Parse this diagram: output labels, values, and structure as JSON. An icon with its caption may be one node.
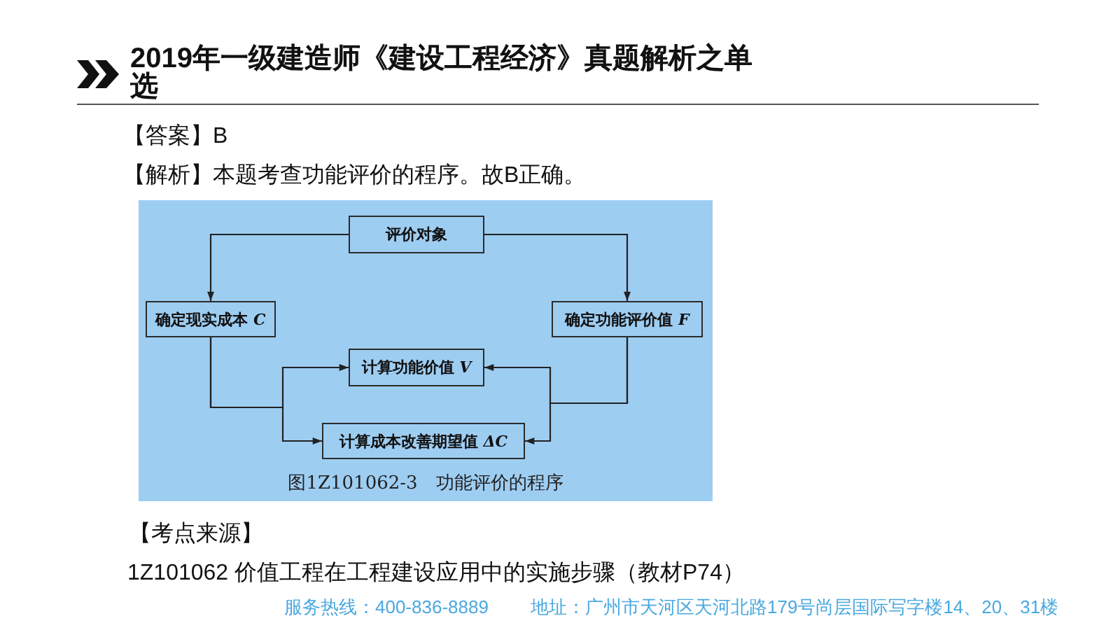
{
  "diagram": {
    "title": "2019年一级建造师《建设工程经济》真题解析之单选",
    "caption": "图1Z101062-3　功能评价的程序",
    "nodes": [
      {
        "text": [
          "评价对象"
        ]
      },
      {
        "text": [
          "确定现实成本 *C*"
        ]
      },
      {
        "text": [
          "确定功能评价值 *F*"
        ]
      },
      {
        "text": [
          "计算功能价值 *V*"
        ]
      },
      {
        "text": [
          "计算成本改善期望值 *ΔC*"
        ]
      }
    ],
    "edges": [
      {
        "from": 0,
        "to": 1,
        "arrow": "to"
      },
      {
        "from": 0,
        "to": 2,
        "arrow": "to"
      },
      {
        "from": 1,
        "to": 3,
        "arrow": "to"
      },
      {
        "from": 1,
        "to": 4,
        "arrow": "to"
      },
      {
        "from": 2,
        "to": 3,
        "arrow": "to"
      },
      {
        "from": 2,
        "to": 4,
        "arrow": "to"
      }
    ],
    "labels": [
      "【答案】B",
      "【解析】本题考查功能评价的程序。故B正确。",
      "【考点来源】",
      "1Z101062 价值工程在工程建设应用中的实施步骤（教材P74）",
      "服务热线：400-836-8889",
      "地址：广州市天河区天河北路179号尚层国际写字楼14、20、31楼"
    ]
  }
}
